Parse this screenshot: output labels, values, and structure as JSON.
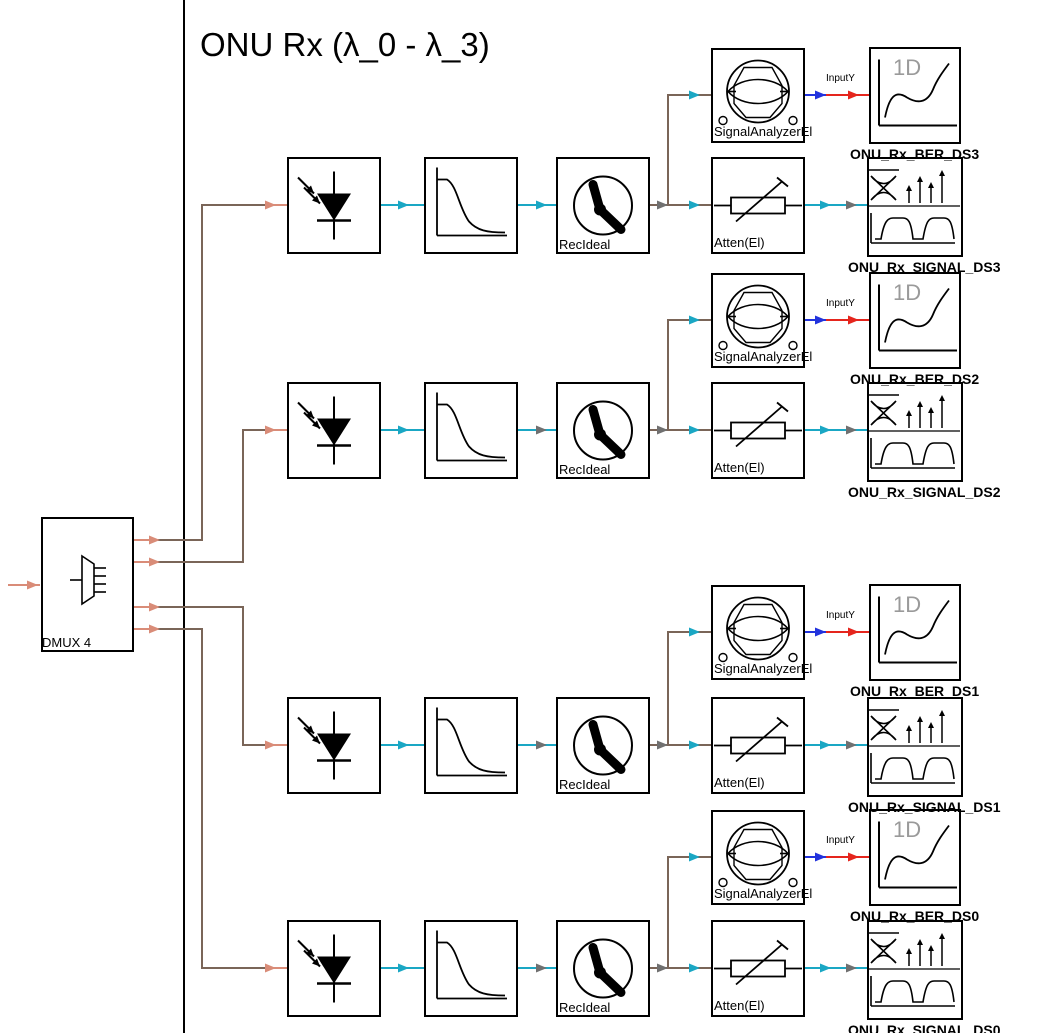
{
  "panel": {
    "title": "ONU Rx  (λ_0 - λ_3)"
  },
  "demux": {
    "label": "DMUX 4"
  },
  "block_labels": {
    "receiver": "RecIdeal",
    "analyzer": "SignalAnalyzerEl",
    "attenuator": "Atten(El)",
    "plot_port": "InputY",
    "plot_mode": "1D"
  },
  "channels": [
    {
      "ber_label": "ONU_Rx_BER_DS3",
      "signal_label": "ONU_Rx_SIGNAL_DS3"
    },
    {
      "ber_label": "ONU_Rx_BER_DS2",
      "signal_label": "ONU_Rx_SIGNAL_DS2"
    },
    {
      "ber_label": "ONU_Rx_BER_DS1",
      "signal_label": "ONU_Rx_SIGNAL_DS1"
    },
    {
      "ber_label": "ONU_Rx_BER_DS0",
      "signal_label": "ONU_Rx_SIGNAL_DS0"
    }
  ],
  "colors": {
    "optical_wire": "#d98c78",
    "wire": "#7a6558",
    "electrical_arrow": "#1aa7c4",
    "gray_arrow": "#707070",
    "blue_arrow": "#2233dd",
    "red_arrow": "#e5251d"
  }
}
